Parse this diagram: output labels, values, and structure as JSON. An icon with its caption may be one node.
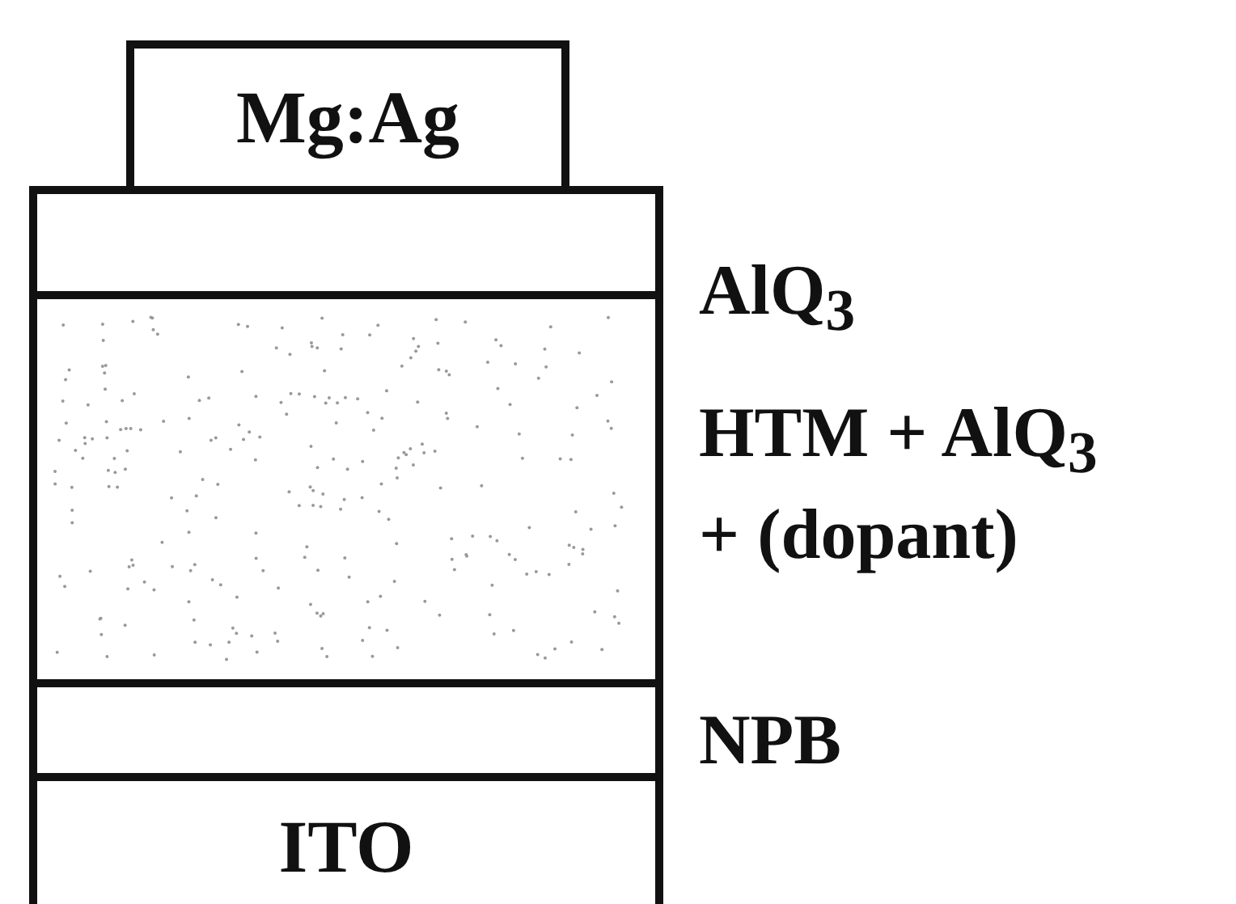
{
  "diagram": {
    "nodes": [
      {
        "text": [
          "Mg:Ag"
        ]
      },
      {
        "text": [],
        "shape": "box",
        "beside": [
          "AlQ$_{3}$"
        ]
      },
      {
        "text": [],
        "shape": "box",
        "beside": [
          "HTM + AlQ$_{3}$ + (dopant)"
        ]
      },
      {
        "text": [],
        "shape": "box",
        "beside": [
          "NPB"
        ]
      },
      {
        "text": [
          "ITO"
        ]
      }
    ]
  }
}
